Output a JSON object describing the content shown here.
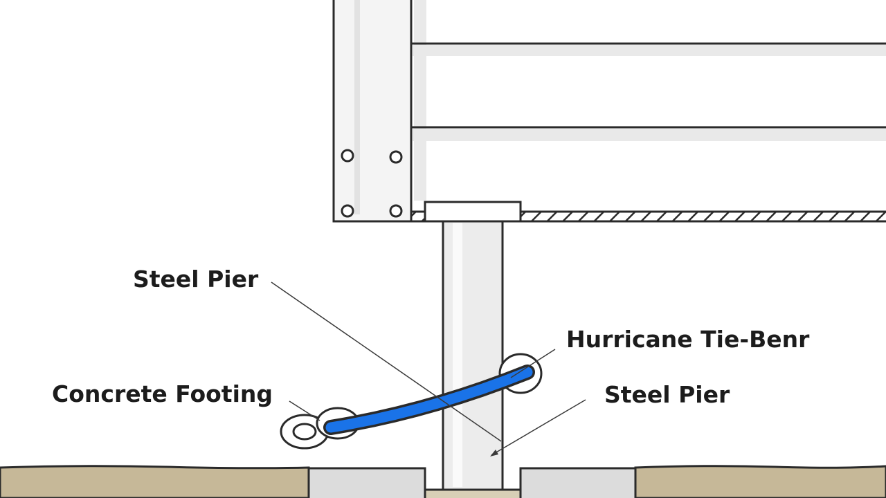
{
  "labels": {
    "steel_pier_upper": "Steel Pier",
    "hurricane_tie": "Hurricane Tie-Benr",
    "concrete_footing": "Concrete Footing",
    "steel_pier_lower": "Steel Pier"
  },
  "colors": {
    "strap": "#1a73e8",
    "soil": "#c6b898",
    "concrete": "#dcdcdc",
    "outline": "#2a2a2a",
    "frame_fill": "#eeeeee"
  }
}
